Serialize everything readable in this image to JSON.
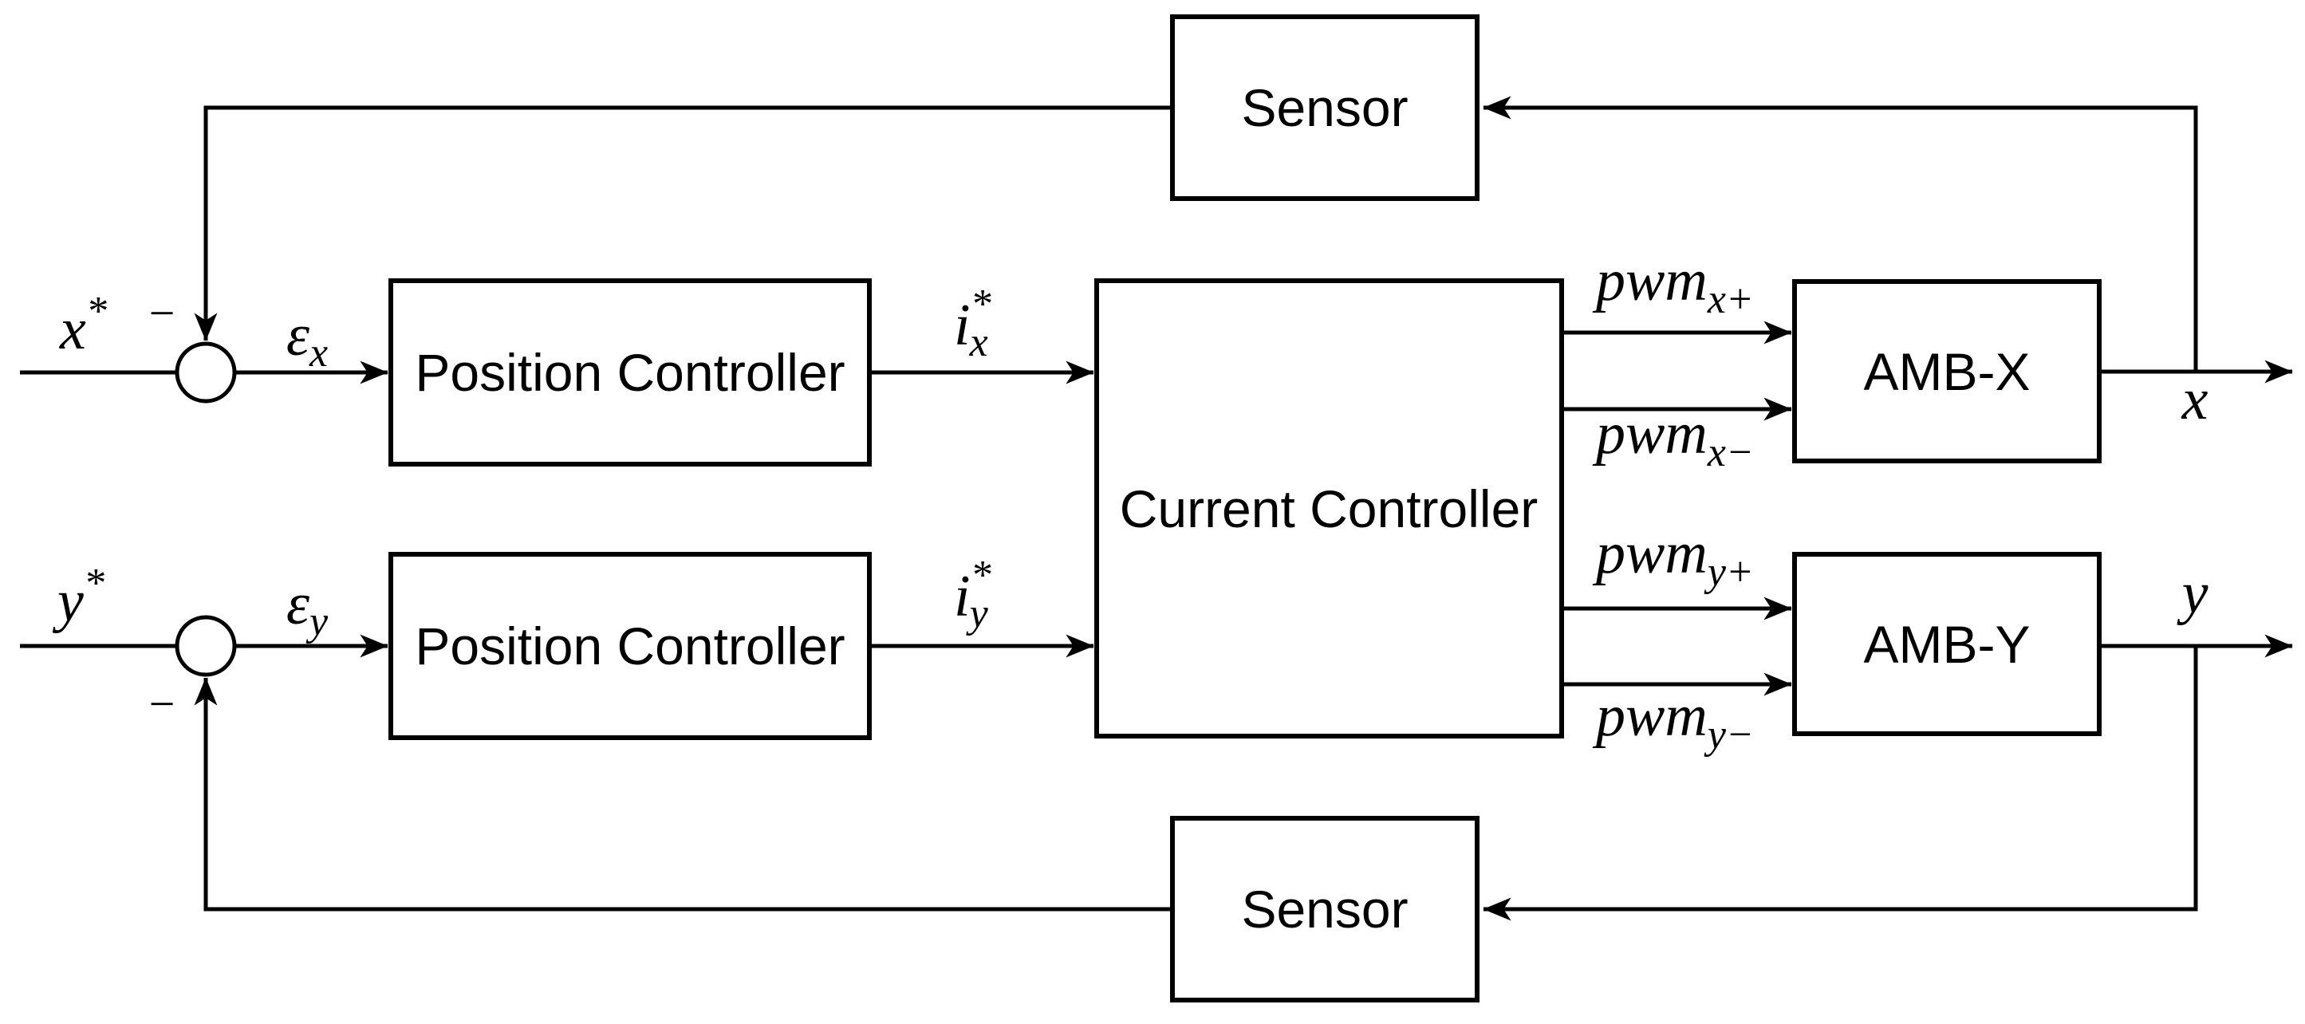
{
  "diagram": {
    "title": "AMB position and current control loop block diagram",
    "background_color": "#ffffff",
    "line_color": "#000000",
    "text_color": "#000000"
  },
  "blocks": {
    "sensor_top": "Sensor",
    "sensor_bottom": "Sensor",
    "position_controller_x": "Position Controller",
    "position_controller_y": "Position Controller",
    "current_controller": "Current Controller",
    "amb_x": "AMB-X",
    "amb_y": "AMB-Y"
  },
  "labels": {
    "x_ref": {
      "base": "x",
      "sup": "*"
    },
    "y_ref": {
      "base": "y",
      "sup": "*"
    },
    "minus_x": "−",
    "minus_y": "−",
    "error_x": {
      "base": "ε",
      "sub": "x"
    },
    "error_y": {
      "base": "ε",
      "sub": "y"
    },
    "current_ref_x": {
      "base": "i",
      "sup": "*",
      "sub": "x"
    },
    "current_ref_y": {
      "base": "i",
      "sup": "*",
      "sub": "y"
    },
    "pwm_x_plus": {
      "base": "pwm",
      "sub": "x+"
    },
    "pwm_x_minus": {
      "base": "pwm",
      "sub": "x−"
    },
    "pwm_y_plus": {
      "base": "pwm",
      "sub": "y+"
    },
    "pwm_y_minus": {
      "base": "pwm",
      "sub": "y−"
    },
    "output_x": {
      "base": "x"
    },
    "output_y": {
      "base": "y"
    }
  }
}
